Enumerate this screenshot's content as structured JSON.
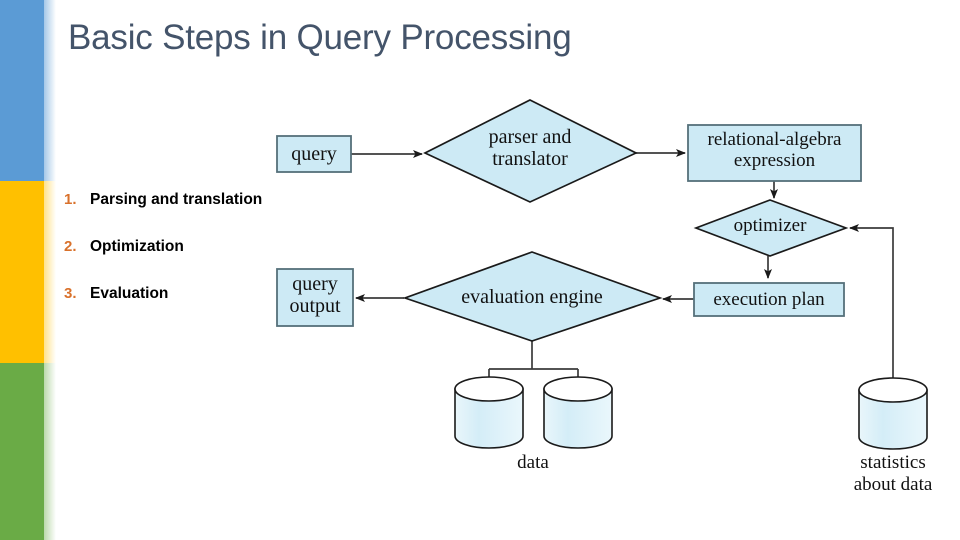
{
  "slide": {
    "title": "Basic Steps in Query Processing",
    "title_color": "#44546a",
    "background": "#ffffff"
  },
  "rail": {
    "bands": [
      {
        "name": "blue-band",
        "color": "#5b9bd5"
      },
      {
        "name": "yellow-band",
        "color": "#ffc000"
      },
      {
        "name": "green-band",
        "color": "#6aab46"
      }
    ]
  },
  "steps": {
    "number_color": "#d9712b",
    "items": [
      {
        "num": "1.",
        "text": "Parsing and translation"
      },
      {
        "num": "2.",
        "text": "Optimization"
      },
      {
        "num": "3.",
        "text": "Evaluation"
      }
    ]
  },
  "diagram": {
    "fill": "#cdeaf5",
    "stroke": "#1a1a1a",
    "box_stroke": "#55707a",
    "nodes": {
      "query": "query",
      "parser_and_translator": "parser and\ntranslator",
      "parser_line1": "parser and",
      "parser_line2": "translator",
      "relational_algebra_line1": "relational-algebra",
      "relational_algebra_line2": "expression",
      "optimizer": "optimizer",
      "execution_plan": "execution plan",
      "evaluation_engine": "evaluation engine",
      "query_output_line1": "query",
      "query_output_line2": "output",
      "data": "data",
      "statistics_line1": "statistics",
      "statistics_line2": "about data"
    }
  }
}
